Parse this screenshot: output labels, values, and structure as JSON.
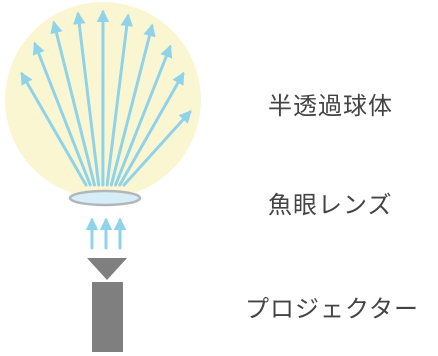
{
  "labels": {
    "sphere": "半透過球体",
    "lens": "魚眼レンズ",
    "projector": "プロジェクター"
  },
  "colors": {
    "sphere_fill": "#fbf6d2",
    "ray": "#8ed3ea",
    "lens_fill": "#d7eef8",
    "lens_edge": "#b3b6b8",
    "projector": "#7f7f7f",
    "text": "#444444"
  },
  "icons": {
    "sphere": "translucent-sphere",
    "lens": "fisheye-lens",
    "projector": "projector-body"
  }
}
